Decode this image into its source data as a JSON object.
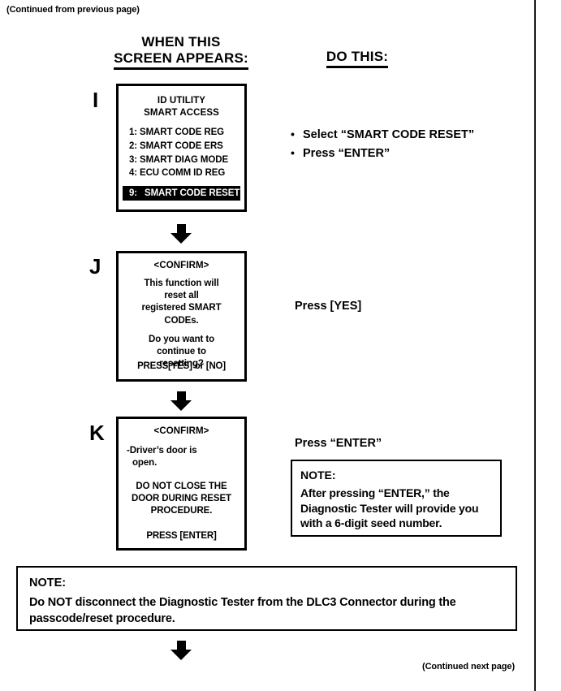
{
  "page": {
    "continued_from": "(Continued from previous page)",
    "continued_next": "(Continued next page)"
  },
  "headers": {
    "screen_col_line1": "WHEN THIS",
    "screen_col_line2": "SCREEN APPEARS:",
    "action_col": "DO THIS:"
  },
  "steps": [
    {
      "letter": "I",
      "screen": {
        "title_line1": "ID UTILITY",
        "title_line2": "SMART ACCESS",
        "menu": [
          {
            "num": "1:",
            "label": "SMART CODE REG"
          },
          {
            "num": "2:",
            "label": "SMART CODE ERS"
          },
          {
            "num": "3:",
            "label": "SMART DIAG MODE"
          },
          {
            "num": "4:",
            "label": "ECU COMM ID REG"
          }
        ],
        "highlighted": {
          "num": "9:",
          "label": "SMART CODE RESET"
        }
      },
      "action_bullets": [
        "Select “SMART CODE RESET”",
        "Press “ENTER”"
      ]
    },
    {
      "letter": "J",
      "screen": {
        "confirm_head": "<CONFIRM>",
        "para1_line1": "This function will",
        "para1_line2": "reset all",
        "para1_line3": "registered SMART",
        "para1_line4": "CODEs.",
        "para2_line1": "Do you want to",
        "para2_line2": "continue to",
        "para2_line3": "resetting?",
        "footer": "PRESS[YES] or [NO]"
      },
      "action": "Press [YES]"
    },
    {
      "letter": "K",
      "screen": {
        "confirm_head": "<CONFIRM>",
        "item_line1": "-Driver’s door is",
        "item_line2": "open.",
        "warn_line1": "DO NOT CLOSE THE",
        "warn_line2": "DOOR DURING RESET",
        "warn_line3": "PROCEDURE.",
        "footer": "PRESS [ENTER]"
      },
      "action": "Press “ENTER”",
      "note": {
        "title": "NOTE:",
        "line1": "After pressing “ENTER,” the",
        "line2": "Diagnostic Tester will provide you",
        "line3": "with a 6-digit seed number."
      }
    }
  ],
  "bottom_note": {
    "title": "NOTE:",
    "line1": "Do NOT disconnect the Diagnostic Tester from the DLC3 Connector during the",
    "line2": "passcode/reset procedure."
  },
  "colors": {
    "ink": "#000000",
    "paper": "#ffffff",
    "highlight_bg": "#000000",
    "highlight_fg": "#ffffff"
  }
}
